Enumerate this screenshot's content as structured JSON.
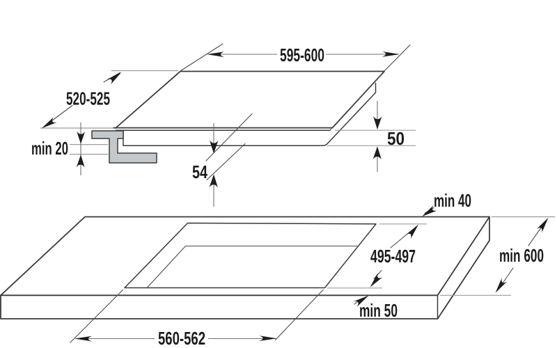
{
  "hob": {
    "width": "595-600",
    "depth": "520-525",
    "clamp_clearance": "min 20",
    "height_total": "54",
    "height_below_top": "50"
  },
  "worktop": {
    "rear_clearance": "min 40",
    "cutout_depth": "495-497",
    "min_depth": "min 600",
    "front_clearance": "min 50",
    "cutout_width": "560-562"
  },
  "colors": {
    "background": "#ffffff",
    "outline": "#3a3a3a",
    "dimension_line": "#6f6f6f",
    "extension_line": "#9b9b9b",
    "arrow": "#1d1d1d",
    "bracket_fill": "#c5c8ca",
    "text": "#1b1b1b"
  }
}
